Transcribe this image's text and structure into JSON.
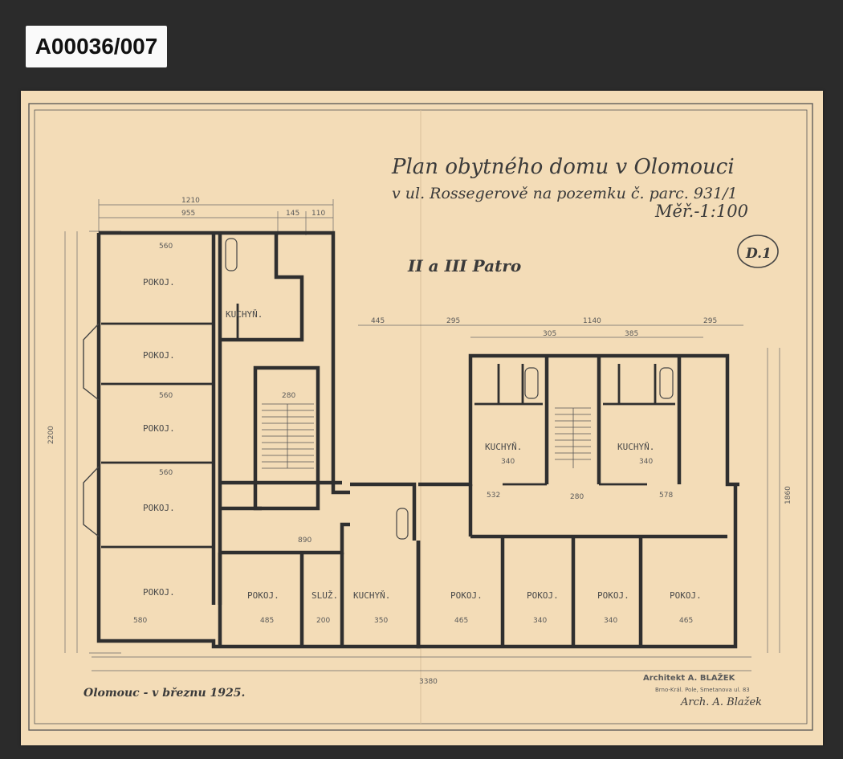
{
  "archive_label": "A00036/007",
  "title": {
    "line1": "Plan obytného domu v Olomouci",
    "line2": "v ul. Rossegerově na pozemku č. parc. 931/1",
    "scale": "Měř.-1:100"
  },
  "floor_label": "II a III Patro",
  "sheet_number": "D.1",
  "footer": {
    "place_date": "Olomouc - v březnu 1925.",
    "architect_line1": "Architekt A. BLAŽEK",
    "architect_line2": "Brno-Král. Pole, Smetanova ul. 83",
    "signature": "Arch. A. Blažek"
  },
  "rooms": {
    "r1": "POKOJ.",
    "r2": "POKOJ.",
    "r3": "POKOJ.",
    "r4": "POKOJ.",
    "r5": "POKOJ.",
    "k1": "KUCHYŇ.",
    "p6": "POKOJ.",
    "s1": "SLUŽ.",
    "k2": "KUCHYŇ.",
    "p7": "POKOJ.",
    "p8": "POKOJ.",
    "p9": "POKOJ.",
    "p10": "POKOJ.",
    "k3": "KUCHYŇ.",
    "k4": "KUCHYŇ."
  },
  "dimensions": {
    "d_top_total": "1210",
    "d_top_a": "955",
    "d_top_b": "145",
    "d_top_c": "110",
    "d_right_a": "445",
    "d_right_b": "295",
    "d_right_c": "1140",
    "d_right_d": "295",
    "d_bottom_total": "3380",
    "d_left_total": "2200",
    "d_right_total": "1860",
    "d_a": "560",
    "d_b": "560",
    "d_c": "560",
    "d_d": "890",
    "d_e": "280",
    "d_f": "340",
    "d_g": "340",
    "d_h": "485",
    "d_i": "465",
    "d_j": "340",
    "d_k": "340",
    "d_l": "465",
    "d_m": "200",
    "d_n": "350",
    "d_o": "580",
    "d_p": "280",
    "d_q": "532",
    "d_r": "578",
    "d_s": "305",
    "d_t": "385"
  },
  "colors": {
    "paper": "#f3dcb7",
    "ink": "#3c3c3c",
    "background": "#2b2b2b"
  }
}
